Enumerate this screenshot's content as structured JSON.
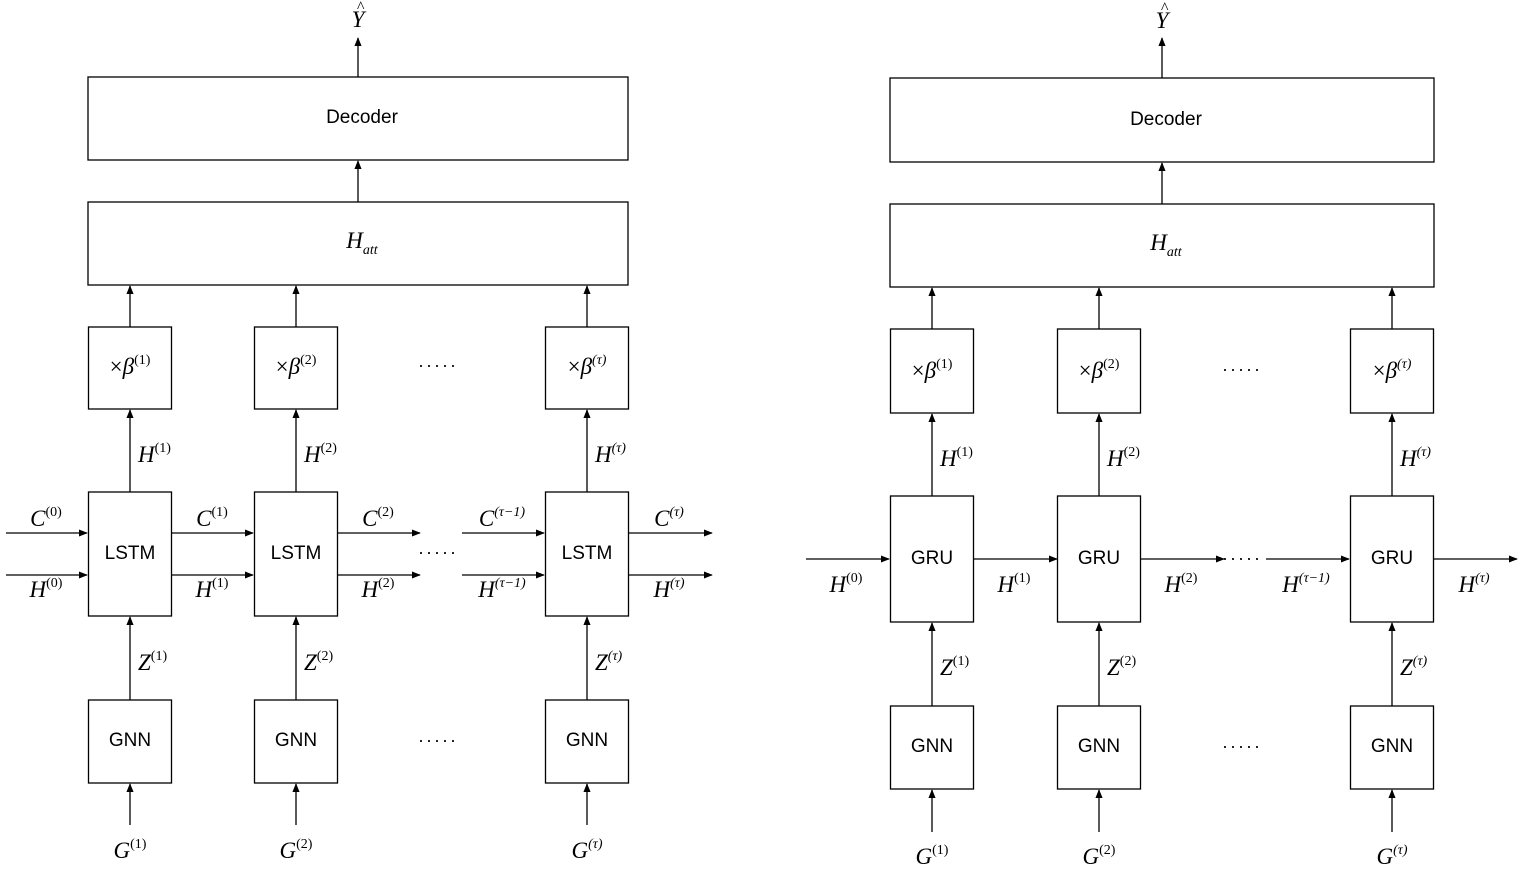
{
  "labels": {
    "decoder": "Decoder",
    "lstm": "LSTM",
    "gru": "GRU",
    "gnn": "GNN",
    "dots": "·····"
  },
  "math": {
    "y_hat": {
      "base": "Y",
      "hat": "^"
    },
    "h_att": {
      "base": "H",
      "sub": "att"
    },
    "beta": [
      {
        "prefix": "×",
        "base": "β",
        "sup": "(1)"
      },
      {
        "prefix": "×",
        "base": "β",
        "sup": "(2)"
      },
      {
        "prefix": "×",
        "base": "β",
        "sup": "(τ)"
      }
    ],
    "h": [
      {
        "base": "H",
        "sup": "(0)"
      },
      {
        "base": "H",
        "sup": "(1)"
      },
      {
        "base": "H",
        "sup": "(2)"
      },
      {
        "base": "H",
        "sup": "(τ−1)"
      },
      {
        "base": "H",
        "sup": "(τ)"
      }
    ],
    "c": [
      {
        "base": "C",
        "sup": "(0)"
      },
      {
        "base": "C",
        "sup": "(1)"
      },
      {
        "base": "C",
        "sup": "(2)"
      },
      {
        "base": "C",
        "sup": "(τ−1)"
      },
      {
        "base": "C",
        "sup": "(τ)"
      }
    ],
    "z": [
      {
        "base": "Z",
        "sup": "(1)"
      },
      {
        "base": "Z",
        "sup": "(2)"
      },
      {
        "base": "Z",
        "sup": "(τ)"
      }
    ],
    "g": [
      {
        "base": "G",
        "sup": "(1)"
      },
      {
        "base": "G",
        "sup": "(2)"
      },
      {
        "base": "G",
        "sup": "(τ)"
      }
    ]
  }
}
